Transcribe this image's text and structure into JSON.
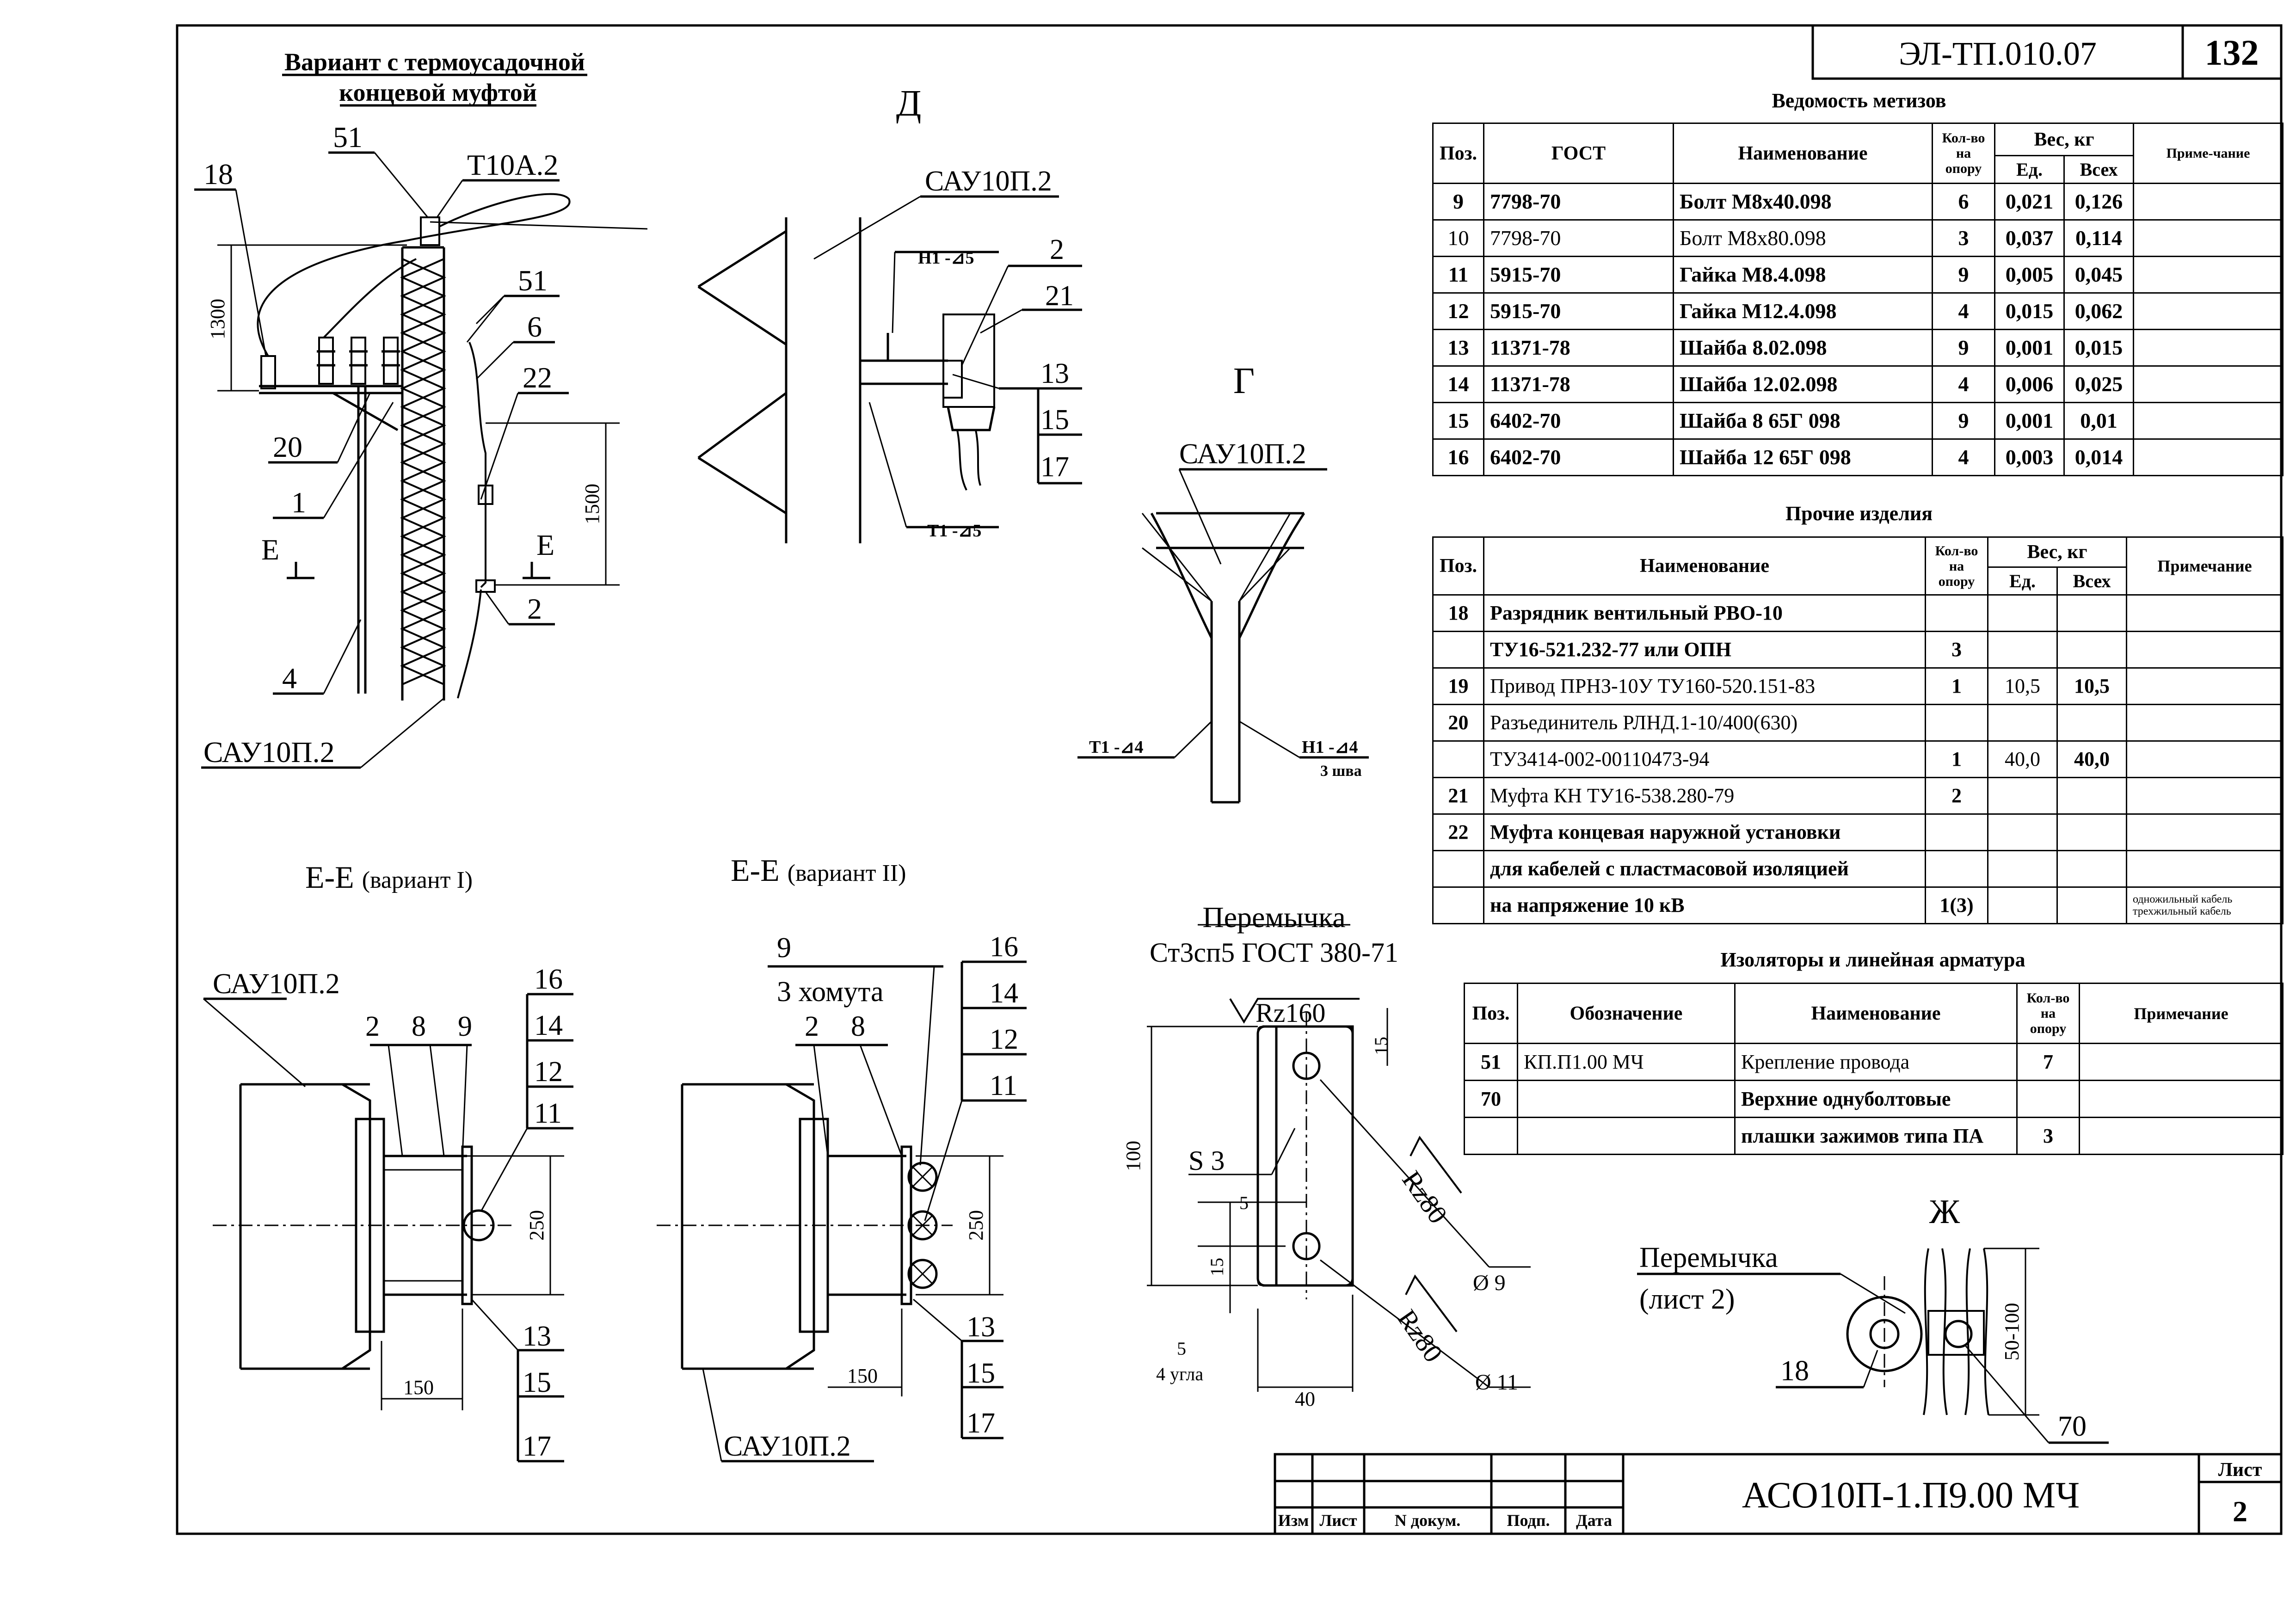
{
  "header": {
    "doc_code": "ЭЛ-ТП.010.07",
    "page_number": "132"
  },
  "views": {
    "variant_title_1": "Вариант с термоусадочной",
    "variant_title_2": "концевой муфтой",
    "view_D": "Д",
    "view_G": "Г",
    "view_Zh": "Ж",
    "section_EE_1": "Е-Е",
    "section_EE_1_note": "(вариант I)",
    "section_EE_2": "Е-Е",
    "section_EE_2_note": "(вариант II)",
    "jumper_title": "Перемычка",
    "jumper_material": "Ст3сп5 ГОСТ 380-71",
    "jumper_ref_1": "Перемычка",
    "jumper_ref_2": "(лист 2)",
    "clamps_note": "3 хомута"
  },
  "callouts": {
    "sau": "САУ10П.2",
    "t10a": "Т10А.2",
    "h1_5": "Н1 -⊿5",
    "t1_5": "Т1 -⊿5",
    "t1_4": "Т1 -⊿4",
    "h1_4": "Н1 -⊿4",
    "three_welds": "3 шва",
    "e_mark": "Е",
    "n1": "1",
    "n2": "2",
    "n4": "4",
    "n6": "6",
    "n8": "8",
    "n9": "9",
    "n11": "11",
    "n12": "12",
    "n13": "13",
    "n14": "14",
    "n15": "15",
    "n16": "16",
    "n17": "17",
    "n18": "18",
    "n20": "20",
    "n21": "21",
    "n22": "22",
    "n51": "51",
    "n70": "70"
  },
  "dimensions": {
    "d1300": "1300",
    "d1500": "1500",
    "d250": "250",
    "d150": "150",
    "d100": "100",
    "d15": "15",
    "d5": "5",
    "d40": "40",
    "rz160": "Rz160",
    "rz80": "Rz80",
    "s3": "S 3",
    "hole9": "Ø 9",
    "hole11": "Ø 11",
    "corners": "4 угла",
    "d50_100": "50-100"
  },
  "hardware_table": {
    "title": "Ведомость метизов",
    "headers": {
      "pos": "Поз.",
      "gost": "ГОСТ",
      "name": "Наименование",
      "qty": "Кол-во на опору",
      "weight": "Вес, кг",
      "unit": "Ед.",
      "total": "Всех",
      "note": "Приме-чание"
    },
    "rows": [
      {
        "pos": "9",
        "gost": "7798-70",
        "name": "Болт М8х40.098",
        "qty": "6",
        "unit": "0,021",
        "total": "0,126",
        "note": ""
      },
      {
        "pos": "10",
        "gost": "7798-70",
        "name": "Болт М8х80.098",
        "qty": "3",
        "unit": "0,037",
        "total": "0,114",
        "note": ""
      },
      {
        "pos": "11",
        "gost": "5915-70",
        "name": "Гайка М8.4.098",
        "qty": "9",
        "unit": "0,005",
        "total": "0,045",
        "note": ""
      },
      {
        "pos": "12",
        "gost": "5915-70",
        "name": "Гайка М12.4.098",
        "qty": "4",
        "unit": "0,015",
        "total": "0,062",
        "note": ""
      },
      {
        "pos": "13",
        "gost": "11371-78",
        "name": "Шайба 8.02.098",
        "qty": "9",
        "unit": "0,001",
        "total": "0,015",
        "note": ""
      },
      {
        "pos": "14",
        "gost": "11371-78",
        "name": "Шайба 12.02.098",
        "qty": "4",
        "unit": "0,006",
        "total": "0,025",
        "note": ""
      },
      {
        "pos": "15",
        "gost": "6402-70",
        "name": "Шайба 8 65Г 098",
        "qty": "9",
        "unit": "0,001",
        "total": "0,01",
        "note": ""
      },
      {
        "pos": "16",
        "gost": "6402-70",
        "name": "Шайба 12 65Г 098",
        "qty": "4",
        "unit": "0,003",
        "total": "0,014",
        "note": ""
      }
    ]
  },
  "other_items_table": {
    "title": "Прочие изделия",
    "headers": {
      "pos": "Поз.",
      "name": "Наименование",
      "qty": "Кол-во на опору",
      "weight": "Вес, кг",
      "unit": "Ед.",
      "total": "Всех",
      "note": "Примечание"
    },
    "rows": [
      {
        "pos": "18",
        "name": "Разрядник вентильный РВО-10",
        "qty": "",
        "unit": "",
        "total": "",
        "note": ""
      },
      {
        "pos": "",
        "name": "ТУ16-521.232-77 или ОПН",
        "qty": "3",
        "unit": "",
        "total": "",
        "note": ""
      },
      {
        "pos": "19",
        "name": "Привод ПРНЗ-10У ТУ160-520.151-83",
        "qty": "1",
        "unit": "10,5",
        "total": "10,5",
        "note": ""
      },
      {
        "pos": "20",
        "name": "Разъединитель РЛНД.1-10/400(630)",
        "qty": "",
        "unit": "",
        "total": "",
        "note": ""
      },
      {
        "pos": "",
        "name": "ТУ3414-002-00110473-94",
        "qty": "1",
        "unit": "40,0",
        "total": "40,0",
        "note": ""
      },
      {
        "pos": "21",
        "name": "Муфта КН ТУ16-538.280-79",
        "qty": "2",
        "unit": "",
        "total": "",
        "note": ""
      },
      {
        "pos": "22",
        "name": "Муфта концевая наружной установки",
        "qty": "",
        "unit": "",
        "total": "",
        "note": ""
      },
      {
        "pos": "",
        "name": "для кабелей с пластмасовой изоляцией",
        "qty": "",
        "unit": "",
        "total": "",
        "note": ""
      },
      {
        "pos": "",
        "name": "на напряжение 10 кВ",
        "qty": "1(3)",
        "unit": "",
        "total": "",
        "note": "одножильный кабель трехжильный кабель"
      }
    ]
  },
  "insulators_table": {
    "title": "Изоляторы и линейная арматура",
    "headers": {
      "pos": "Поз.",
      "designation": "Обозначение",
      "name": "Наименование",
      "qty": "Кол-во на опору",
      "note": "Примечание"
    },
    "rows": [
      {
        "pos": "51",
        "designation": "КП.П1.00 МЧ",
        "name": "Крепление провода",
        "qty": "7",
        "note": ""
      },
      {
        "pos": "70",
        "designation": "",
        "name": "Верхние однуболтовые",
        "qty": "",
        "note": ""
      },
      {
        "pos": "",
        "designation": "",
        "name": "плашки зажимов типа ПА",
        "qty": "3",
        "note": ""
      }
    ]
  },
  "title_block": {
    "doc_number": "АСО10П-1.П9.00 МЧ",
    "sheet_label": "Лист",
    "sheet_number": "2",
    "col_change": "Изм",
    "col_sheet": "Лист",
    "col_doc": "N докум.",
    "col_sign": "Подп.",
    "col_date": "Дата"
  }
}
